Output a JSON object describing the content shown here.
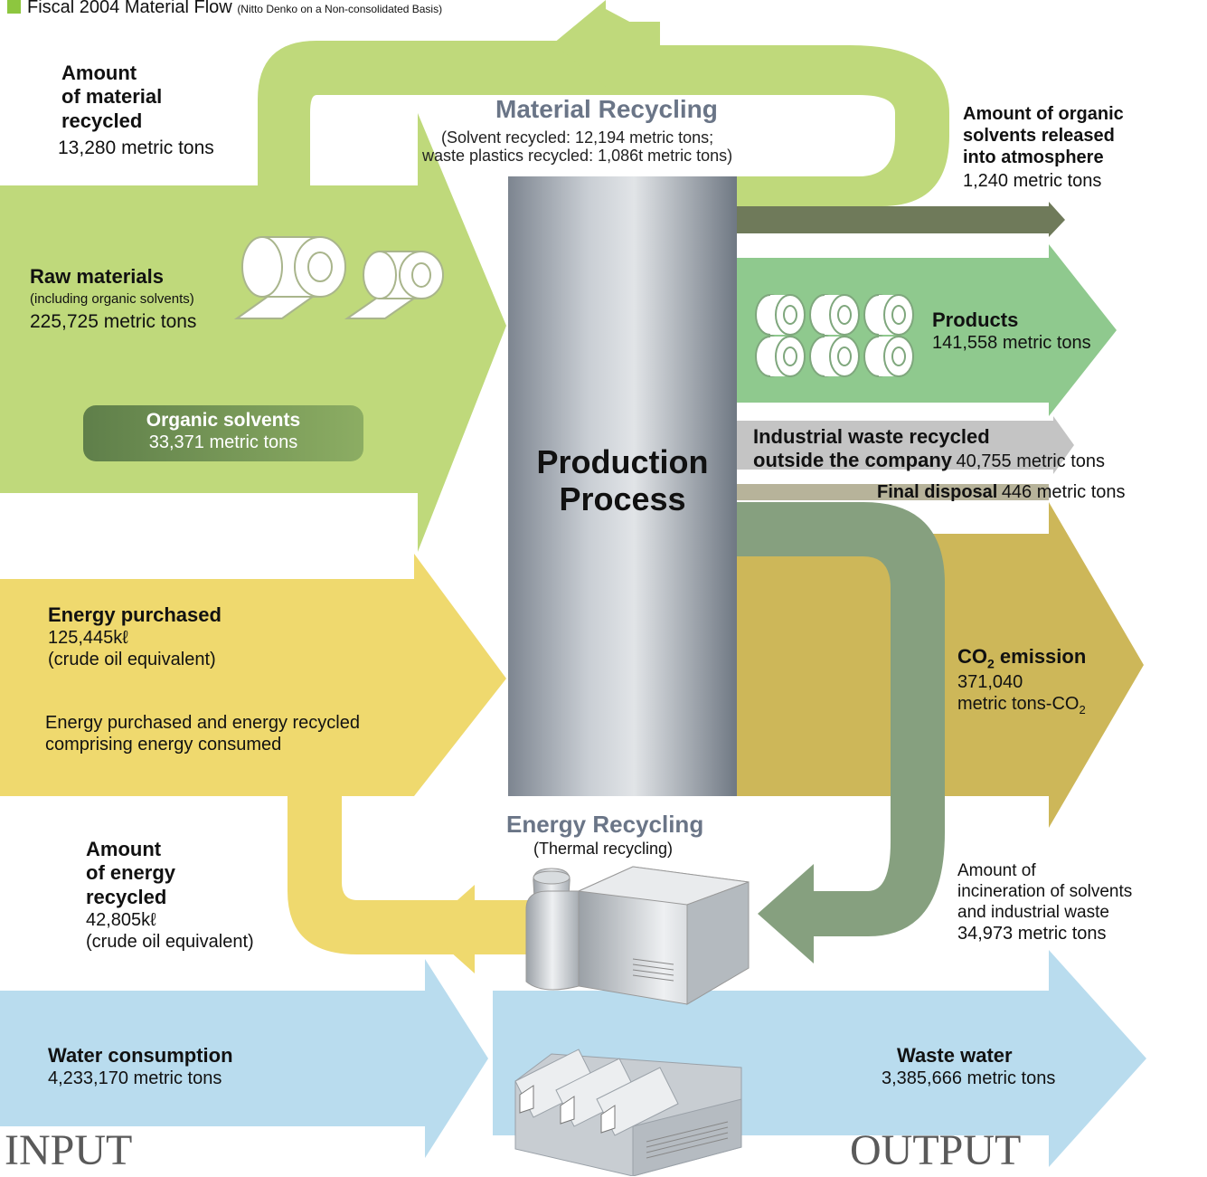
{
  "header": {
    "title": "Fiscal 2004 Material Flow",
    "subtitle": "(Nitto Denko on a Non-consolidated Basis)"
  },
  "material_recycling": {
    "title": "Material Recycling",
    "line1": "(Solvent recycled: 12,194 metric tons;",
    "line2": "waste plastics recycled: 1,086t metric tons)",
    "amount_l1": "Amount",
    "amount_l2": "of material",
    "amount_l3": "recycled",
    "amount_value": "13,280 metric tons"
  },
  "raw_materials": {
    "title": "Raw materials",
    "note": "(including organic solvents)",
    "value": "225,725 metric tons"
  },
  "organic_solvents": {
    "title": "Organic solvents",
    "value": "33,371 metric tons"
  },
  "production": {
    "line1": "Production",
    "line2": "Process"
  },
  "energy_purchased": {
    "title": "Energy purchased",
    "value": "125,445kℓ",
    "unit_note": "(crude oil equivalent)",
    "note_l1": "Energy purchased and energy recycled",
    "note_l2": "comprising energy consumed"
  },
  "energy_recycling": {
    "title": "Energy Recycling",
    "subtitle": "(Thermal recycling)",
    "amount_l1": "Amount",
    "amount_l2": "of energy",
    "amount_l3": "recycled",
    "amount_value": "42,805kℓ",
    "unit_note": "(crude oil equivalent)"
  },
  "water_consumption": {
    "title": "Water consumption",
    "value": "4,233,170 metric tons"
  },
  "organic_released": {
    "l1": "Amount of organic",
    "l2": "solvents released",
    "l3": "into atmosphere",
    "value": "1,240 metric tons"
  },
  "products": {
    "title": "Products",
    "value": "141,558 metric tons"
  },
  "industrial_waste": {
    "l1": "Industrial waste recycled",
    "l2": "outside the company",
    "value": "40,755 metric tons"
  },
  "final_disposal": {
    "title": "Final disposal",
    "value": "446 metric tons"
  },
  "co2": {
    "title_main": "CO",
    "title_sub": "2",
    "title_tail": " emission",
    "value": "371,040",
    "unit_main": "metric tons-CO",
    "unit_sub": "2"
  },
  "incineration": {
    "l1": "Amount of",
    "l2": "incineration of solvents",
    "l3": "and industrial waste",
    "value": "34,973 metric tons"
  },
  "waste_water": {
    "title": "Waste water",
    "value": "3,385,666 metric tons"
  },
  "footer": {
    "input": "INPUT",
    "output": "OUTPUT"
  },
  "colors": {
    "light_green": "#bfd97b",
    "dark_olive": "#6f7a5a",
    "product_green": "#8fc98e",
    "waste_grey": "#c4c4c4",
    "disposal_grey": "#b7b39a",
    "tan": "#cdb759",
    "yellow": "#efd96e",
    "sage": "#86a07f",
    "water_blue": "#b9dcee",
    "square_green": "#8dc63f"
  }
}
